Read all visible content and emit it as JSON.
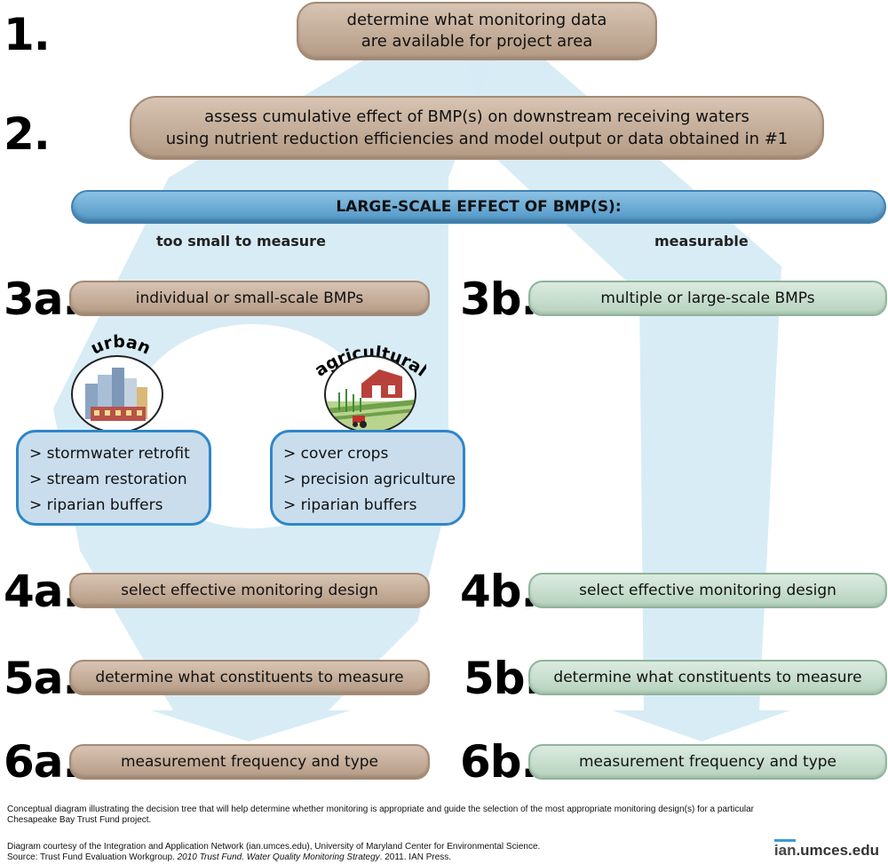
{
  "steps": {
    "s1": "1.",
    "s2": "2.",
    "s3a": "3a.",
    "s3b": "3b.",
    "s4a": "4a.",
    "s4b": "4b.",
    "s5a": "5a.",
    "s5b": "5b.",
    "s6a": "6a.",
    "s6b": "6b."
  },
  "boxes": {
    "b1_line1": "determine what monitoring data",
    "b1_line2": "are available for project area",
    "b2_line1": "assess cumulative effect of BMP(s) on downstream receiving waters",
    "b2_line2": "using nutrient reduction efficiencies and model output or data obtained in #1",
    "large_scale": "LARGE-SCALE EFFECT OF BMP(S):",
    "b3a": "individual or small-scale BMPs",
    "b3b": "multiple or large-scale BMPs",
    "b4a": "select effective monitoring design",
    "b4b": "select effective monitoring design",
    "b5a": "determine what constituents to measure",
    "b5b": "determine what constituents to measure",
    "b6a": "measurement frequency and type",
    "b6b": "measurement frequency and type"
  },
  "branches": {
    "left": "too small to measure",
    "right": "measurable"
  },
  "urban": {
    "title": "urban",
    "items": [
      "> stormwater retrofit",
      "> stream restoration",
      "> riparian buffers"
    ]
  },
  "agricultural": {
    "title": "agricultural",
    "items": [
      "> cover crops",
      "> precision agriculture",
      "> riparian buffers"
    ]
  },
  "caption": {
    "line1": "Conceptual diagram illustrating the decision tree that will help determine whether monitoring is appropriate and guide the selection of the most appropriate monitoring design(s) for a particular",
    "line2": "Chesapeake Bay Trust Fund project.",
    "credit": "Diagram courtesy of the Integration and Application Network (ian.umces.edu), University of Maryland Center for Environmental Science.",
    "source_prefix": "Source: Trust Fund Evaluation Workgroup.",
    "source_title": "2010 Trust Fund. Water Quality Monitoring Strategy",
    "source_suffix": ". 2011. IAN Press."
  },
  "logo": {
    "ian": "ian",
    "rest": ".umces.edu"
  },
  "colors": {
    "tan": "#c4ab96",
    "green": "#c6dfcc",
    "blue": "#4f95c6",
    "flow": "#d6ebf5",
    "box_fill": "#c9dded",
    "box_border": "#2f86c8"
  }
}
